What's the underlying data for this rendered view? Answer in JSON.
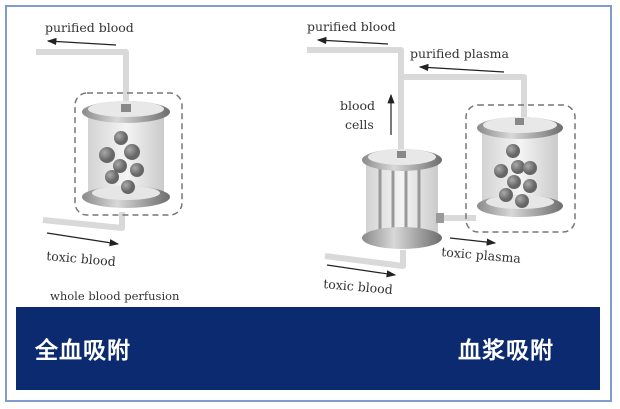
{
  "left_panel": {
    "purified_blood": "purified blood",
    "toxic_blood": "toxic blood",
    "caption": "whole blood perfusion",
    "title": "全血吸附"
  },
  "right_panel": {
    "purified_blood": "purified blood",
    "purified_plasma": "purified plasma",
    "blood_cells_line1": "blood",
    "blood_cells_line2": "cells",
    "toxic_plasma": "toxic plasma",
    "toxic_blood": "toxic blood",
    "title": "血浆吸附"
  },
  "colors": {
    "band": "#0b2a6f",
    "border": "#7f9ccf"
  }
}
